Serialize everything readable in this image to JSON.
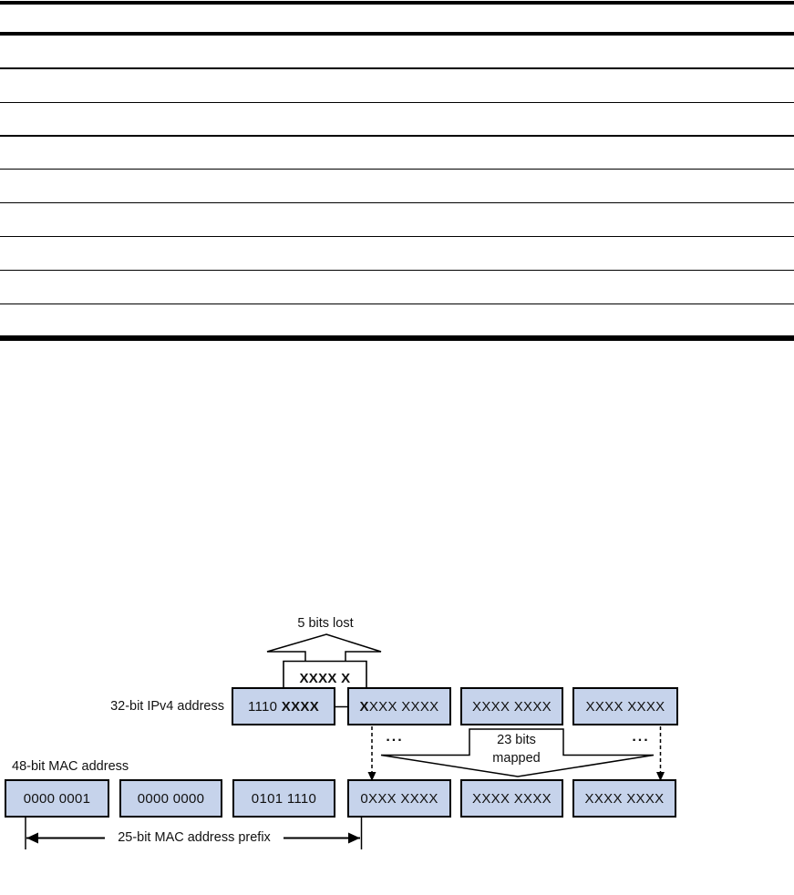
{
  "figure": {
    "top_label": "5 bits lost",
    "lost_bits_text": "XXXX X",
    "ipv4_label": "32-bit IPv4 address",
    "mac_label": "48-bit MAC address",
    "mapped_label_line1": "23 bits",
    "mapped_label_line2": "mapped",
    "prefix_label": "25-bit MAC address prefix",
    "ellipsis_left": "...",
    "ellipsis_right": "...",
    "colors": {
      "box_fill": "#C6D3EB",
      "box_border": "#000000",
      "line_color": "#000000"
    },
    "ipv4_boxes": [
      {
        "parts": [
          {
            "text": "1110 ",
            "bold": false
          },
          {
            "text": "XXXX",
            "bold": true
          }
        ]
      },
      {
        "parts": [
          {
            "text": "X",
            "bold": true
          },
          {
            "text": "XXX XXXX",
            "bold": false
          }
        ]
      },
      {
        "parts": [
          {
            "text": "XXXX XXXX",
            "bold": false
          }
        ]
      },
      {
        "parts": [
          {
            "text": "XXXX XXXX",
            "bold": false
          }
        ]
      }
    ],
    "mac_boxes": [
      "0000 0001",
      "0000 0000",
      "0101 1110",
      "0XXX XXXX",
      "XXXX XXXX",
      "XXXX XXXX"
    ]
  }
}
